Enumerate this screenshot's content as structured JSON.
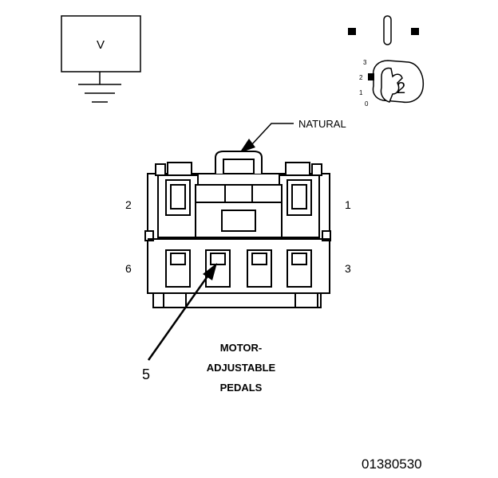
{
  "meter": {
    "symbol": "V"
  },
  "ignition": {
    "position_labels": [
      "3",
      "2",
      "1",
      "0"
    ],
    "selected": "2"
  },
  "callout_natural": "NATURAL",
  "pins": {
    "top_left": "2",
    "top_right": "1",
    "bottom_left": "6",
    "bottom_right": "3"
  },
  "callout_pin": "5",
  "caption": [
    "MOTOR-",
    "ADJUSTABLE",
    "PEDALS"
  ],
  "figure_id": "01380530"
}
